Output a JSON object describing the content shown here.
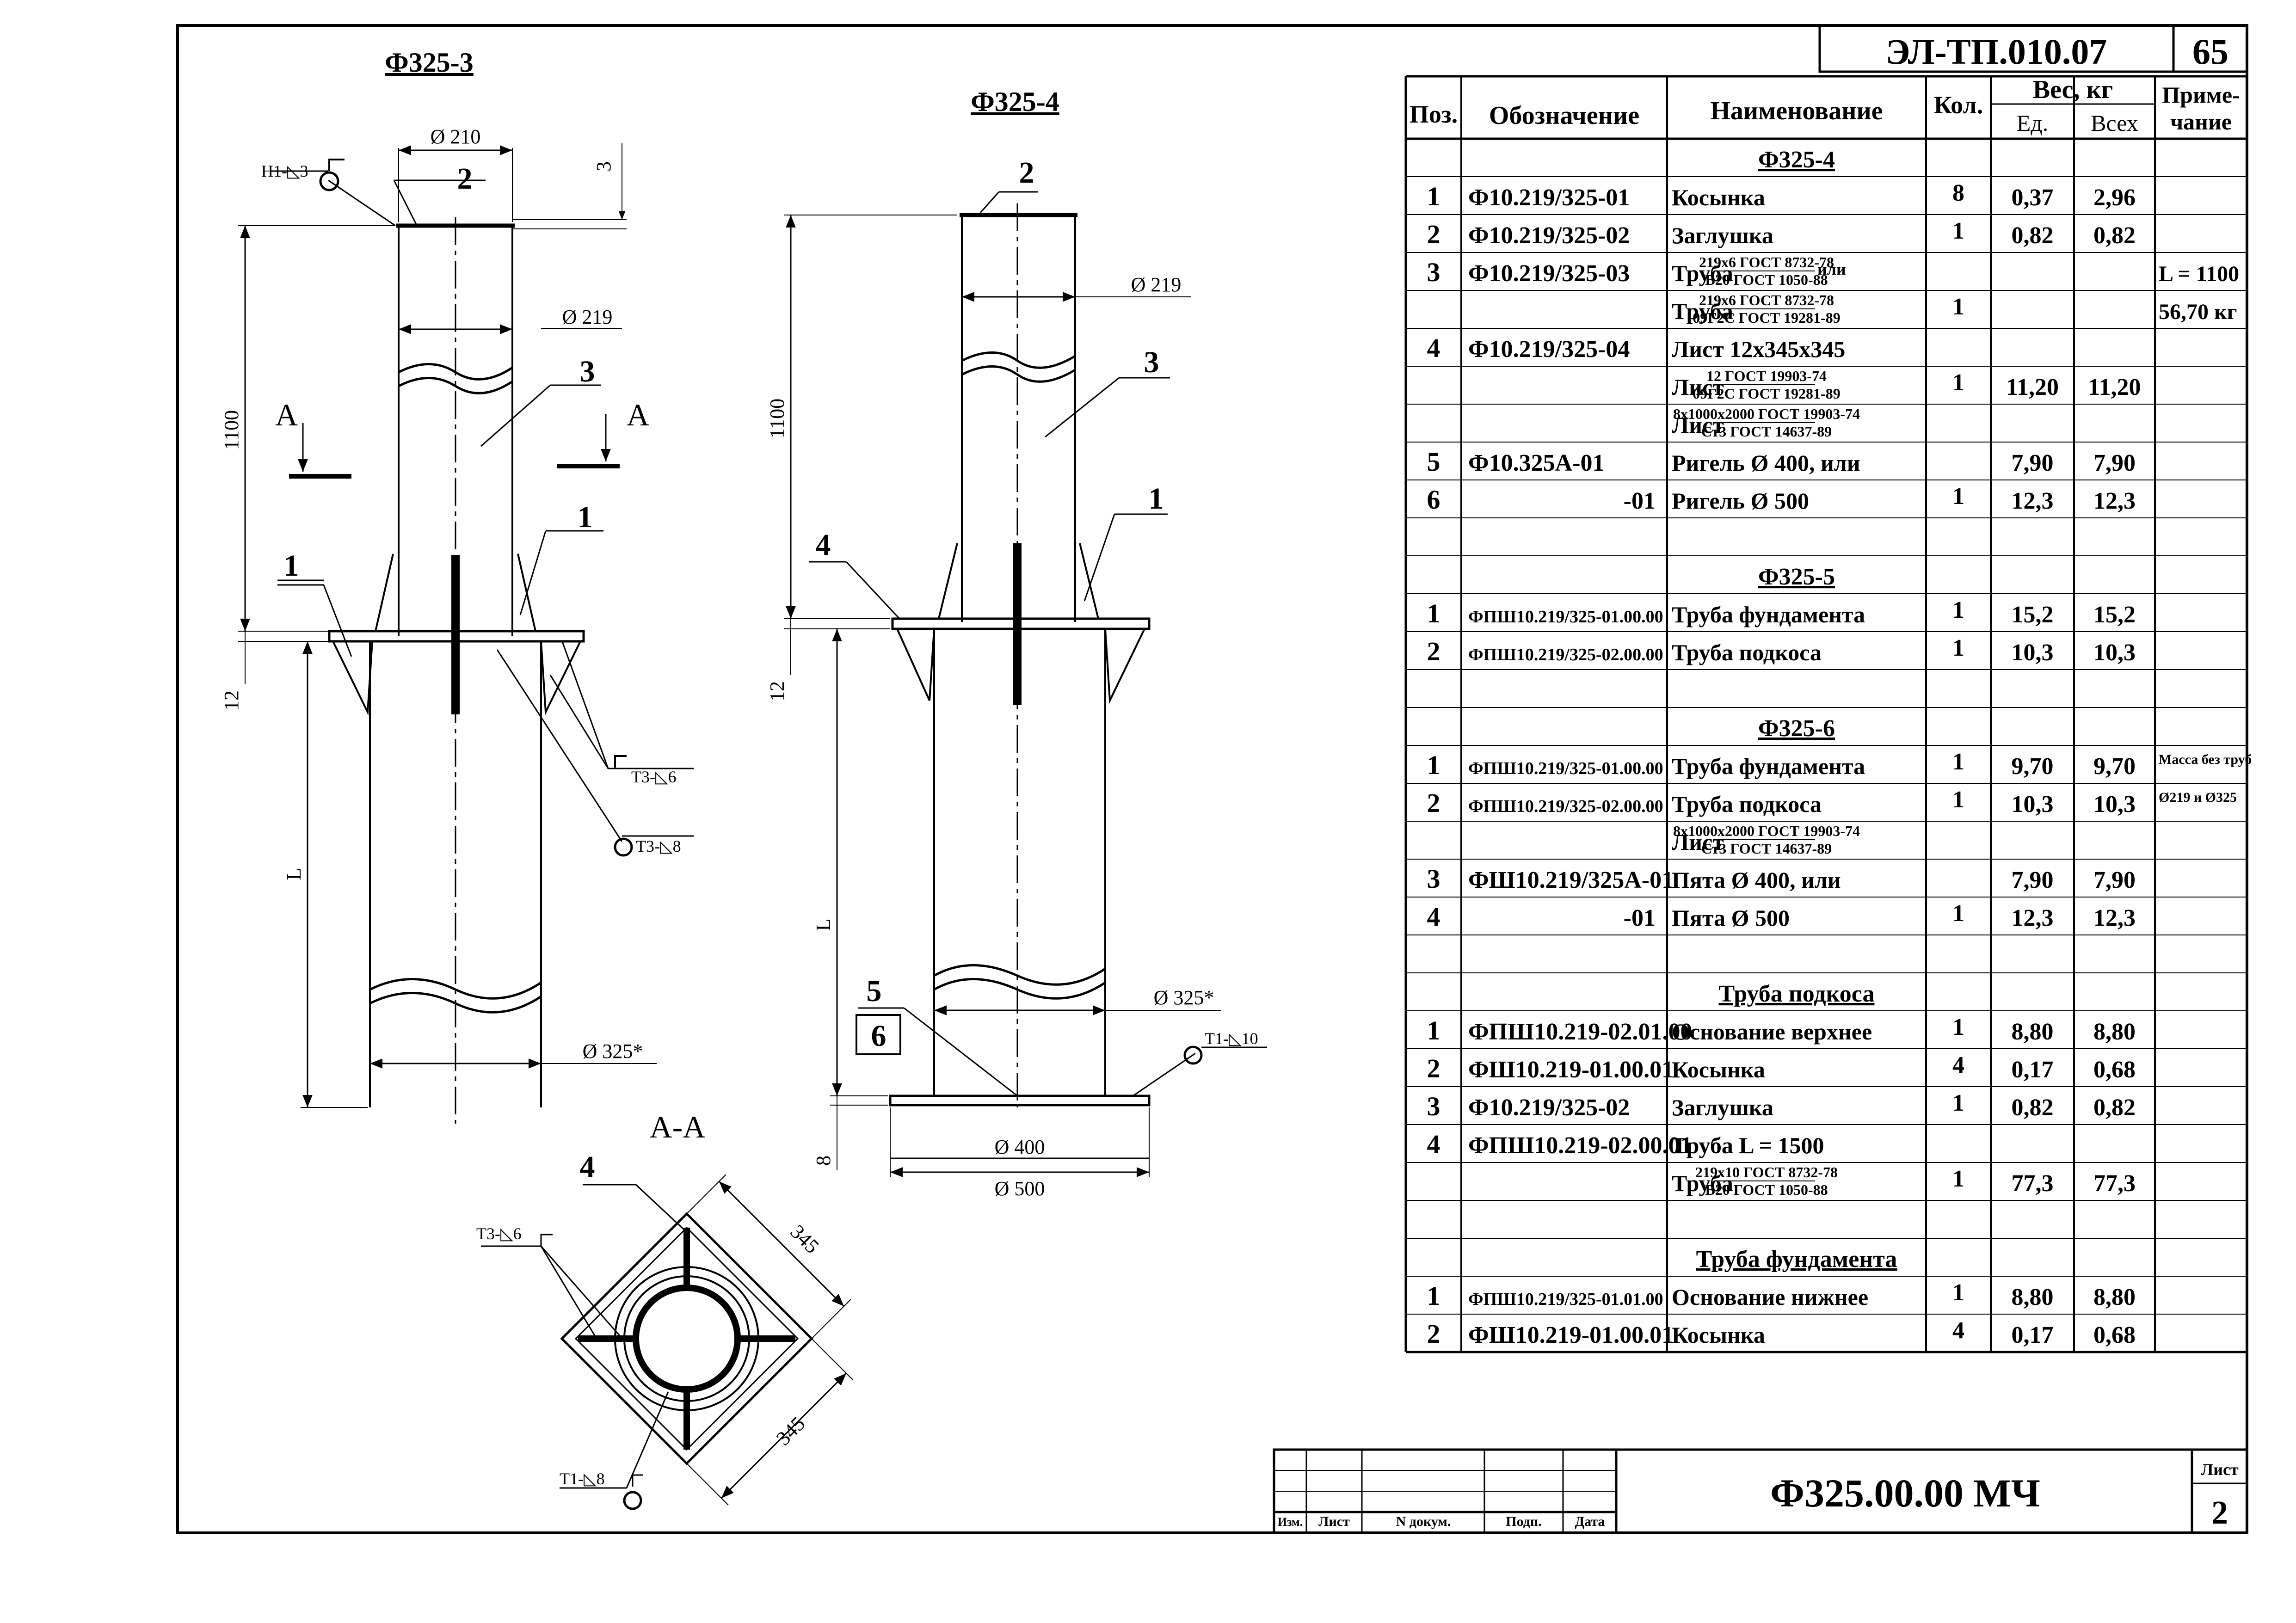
{
  "header": {
    "code": "ЭЛ-ТП.010.07",
    "page": "65"
  },
  "views": {
    "v1_title": "Ф325-3",
    "v2_title": "Ф325-4",
    "section_title": "А-А",
    "section_mark": "А"
  },
  "dims": {
    "d210": "Ø 210",
    "d219": "Ø 219",
    "d219b": "Ø 219",
    "d325": "Ø 325*",
    "d325b": "Ø 325*",
    "h1100": "1100",
    "h1100b": "1100",
    "h12": "12",
    "h12b": "12",
    "hL": "L",
    "hLb": "L",
    "h3": "3",
    "h8": "8",
    "d400": "Ø 400",
    "d500": "Ø 500",
    "s345a": "345",
    "s345b": "345"
  },
  "callouts": {
    "p1": "1",
    "p1b": "1",
    "p1c": "1",
    "p2": "2",
    "p2b": "2",
    "p3": "3",
    "p3b": "3",
    "p4": "4",
    "p4b": "4",
    "p5": "5",
    "p6": "6"
  },
  "welds": {
    "h1": "Н1-◺3",
    "t3a": "Т3-◺6",
    "t3b": "Т3-◺8",
    "t1": "Т1-◺10",
    "t3c": "Т3-◺6",
    "t1b": "Т1-◺8"
  },
  "table": {
    "headers": {
      "pos": "Поз.",
      "designation": "Обозначение",
      "name": "Наименование",
      "qty": "Кол.",
      "weight": "Вес, кг",
      "unit": "Ед.",
      "total": "Всех",
      "note1": "Приме-",
      "note2": "чание"
    },
    "rows": [
      {
        "type": "section",
        "name": "Ф325-4"
      },
      {
        "pos": "1",
        "des": "Ф10.219/325-01",
        "name": "Косынка",
        "qty": "8",
        "w1": "0,37",
        "w2": "2,96",
        "note": ""
      },
      {
        "pos": "2",
        "des": "Ф10.219/325-02",
        "name": "Заглушка",
        "qty": "1",
        "w1": "0,82",
        "w2": "0,82",
        "note": ""
      },
      {
        "pos": "3",
        "des": "Ф10.219/325-03",
        "name": "Труба",
        "sub1": "219х6 ГОСТ 8732-78",
        "sub2": "В20 ГОСТ 1050-88",
        "tail": "или",
        "qty": "",
        "w1": "",
        "w2": "",
        "note": "L = 1100"
      },
      {
        "pos": "",
        "des": "",
        "name": "Труба",
        "sub1": "219х6 ГОСТ 8732-78",
        "sub2": "09Г2С ГОСТ 19281-89",
        "qty": "1",
        "w1": "",
        "w2": "",
        "note": "56,70 кг"
      },
      {
        "pos": "4",
        "des": "Ф10.219/325-04",
        "name": "Лист 12х345х345",
        "qty": "",
        "w1": "",
        "w2": "",
        "note": ""
      },
      {
        "pos": "",
        "des": "",
        "name": "Лист",
        "sub1": "12 ГОСТ 19903-74",
        "sub2": "09Г2С ГОСТ 19281-89",
        "qty": "1",
        "w1": "11,20",
        "w2": "11,20",
        "note": ""
      },
      {
        "pos": "",
        "des": "",
        "name": "Лист",
        "sub1": "8х1000х2000 ГОСТ 19903-74",
        "sub2": "Ст3 ГОСТ 14637-89",
        "qty": "",
        "w1": "",
        "w2": "",
        "note": ""
      },
      {
        "pos": "5",
        "des": "Ф10.325А-01",
        "name": "Ригель Ø 400, или",
        "qty": "",
        "w1": "7,90",
        "w2": "7,90",
        "note": ""
      },
      {
        "pos": "6",
        "des": "-01",
        "name": "Ригель Ø 500",
        "qty": "1",
        "w1": "12,3",
        "w2": "12,3",
        "note": ""
      },
      {
        "type": "blank"
      },
      {
        "type": "section",
        "name": "Ф325-5"
      },
      {
        "pos": "1",
        "des": "ФПШ10.219/325-01.00.00",
        "name": "Труба фундамента",
        "qty": "1",
        "w1": "15,2",
        "w2": "15,2",
        "note": ""
      },
      {
        "pos": "2",
        "des": "ФПШ10.219/325-02.00.00",
        "name": "Труба подкоса",
        "qty": "1",
        "w1": "10,3",
        "w2": "10,3",
        "note": ""
      },
      {
        "type": "blank"
      },
      {
        "type": "section",
        "name": "Ф325-6"
      },
      {
        "pos": "1",
        "des": "ФПШ10.219/325-01.00.00",
        "name": "Труба фундамента",
        "qty": "1",
        "w1": "9,70",
        "w2": "9,70",
        "note": "Масса без труб"
      },
      {
        "pos": "2",
        "des": "ФПШ10.219/325-02.00.00",
        "name": "Труба подкоса",
        "qty": "1",
        "w1": "10,3",
        "w2": "10,3",
        "note": "Ø219 и Ø325"
      },
      {
        "pos": "",
        "des": "",
        "name": "Лист",
        "sub1": "8х1000х2000 ГОСТ 19903-74",
        "sub2": "Ст3 ГОСТ 14637-89",
        "qty": "",
        "w1": "",
        "w2": "",
        "note": ""
      },
      {
        "pos": "3",
        "des": "ФШ10.219/325А-01",
        "name": "Пята Ø 400, или",
        "qty": "",
        "w1": "7,90",
        "w2": "7,90",
        "note": ""
      },
      {
        "pos": "4",
        "des": "-01",
        "name": "Пята Ø 500",
        "qty": "1",
        "w1": "12,3",
        "w2": "12,3",
        "note": ""
      },
      {
        "type": "blank"
      },
      {
        "type": "section",
        "name": "Труба подкоса"
      },
      {
        "pos": "1",
        "des": "ФПШ10.219-02.01.00",
        "name": "Основание верхнее",
        "qty": "1",
        "w1": "8,80",
        "w2": "8,80",
        "note": ""
      },
      {
        "pos": "2",
        "des": "ФШ10.219-01.00.01",
        "name": "Косынка",
        "qty": "4",
        "w1": "0,17",
        "w2": "0,68",
        "note": ""
      },
      {
        "pos": "3",
        "des": "Ф10.219/325-02",
        "name": "Заглушка",
        "qty": "1",
        "w1": "0,82",
        "w2": "0,82",
        "note": ""
      },
      {
        "pos": "4",
        "des": "ФПШ10.219-02.00.01",
        "name": "Труба L = 1500",
        "qty": "",
        "w1": "",
        "w2": "",
        "note": ""
      },
      {
        "pos": "",
        "des": "",
        "name": "Труба",
        "sub1": "219х10 ГОСТ 8732-78",
        "sub2": "В20 ГОСТ 1050-88",
        "qty": "1",
        "w1": "77,3",
        "w2": "77,3",
        "note": ""
      },
      {
        "type": "blank"
      },
      {
        "type": "section",
        "name": "Труба фундамента"
      },
      {
        "pos": "1",
        "des": "ФПШ10.219/325-01.01.00",
        "name": "Основание нижнее",
        "qty": "1",
        "w1": "8,80",
        "w2": "8,80",
        "note": ""
      },
      {
        "pos": "2",
        "des": "ФШ10.219-01.00.01",
        "name": "Косынка",
        "qty": "4",
        "w1": "0,17",
        "w2": "0,68",
        "note": ""
      }
    ]
  },
  "title_block": {
    "izm": "Изм.",
    "list": "Лист",
    "ndoc": "N докум.",
    "podp": "Подп.",
    "date": "Дата",
    "doc_code": "Ф325.00.00 МЧ",
    "sheet_label": "Лист",
    "sheet_num": "2"
  }
}
